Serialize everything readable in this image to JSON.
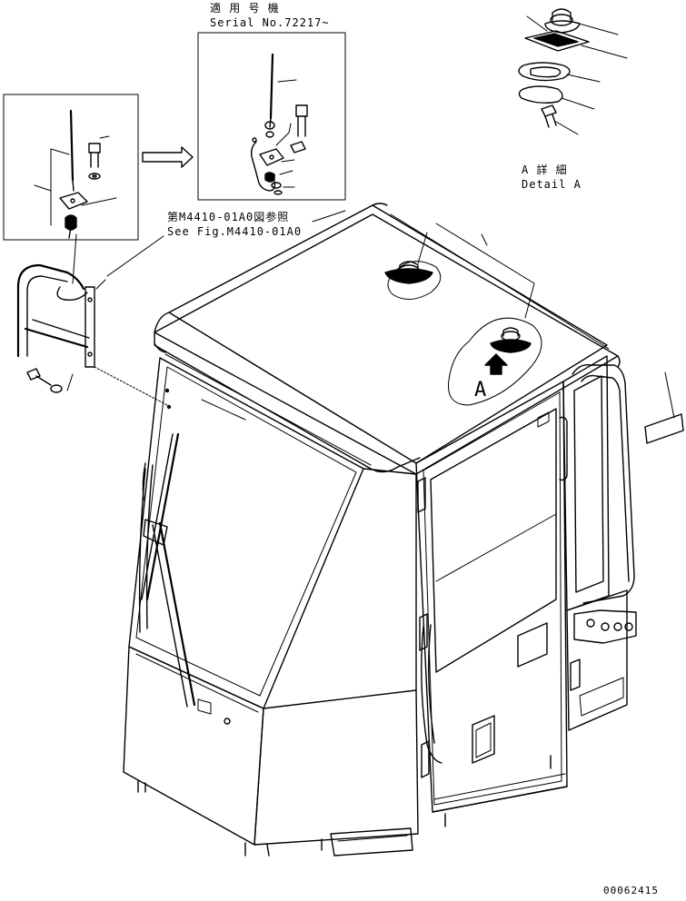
{
  "labels": {
    "applicable_jp": "適 用 号 機",
    "serial_no": "Serial No.72217~",
    "see_fig_jp": "第M4410-01A0図参照",
    "see_fig_en": "See Fig.M4410-01A0",
    "detail_jp": "A 詳 細",
    "detail_en": "Detail A",
    "detail_marker": "A",
    "drawing_number": "00062415"
  }
}
